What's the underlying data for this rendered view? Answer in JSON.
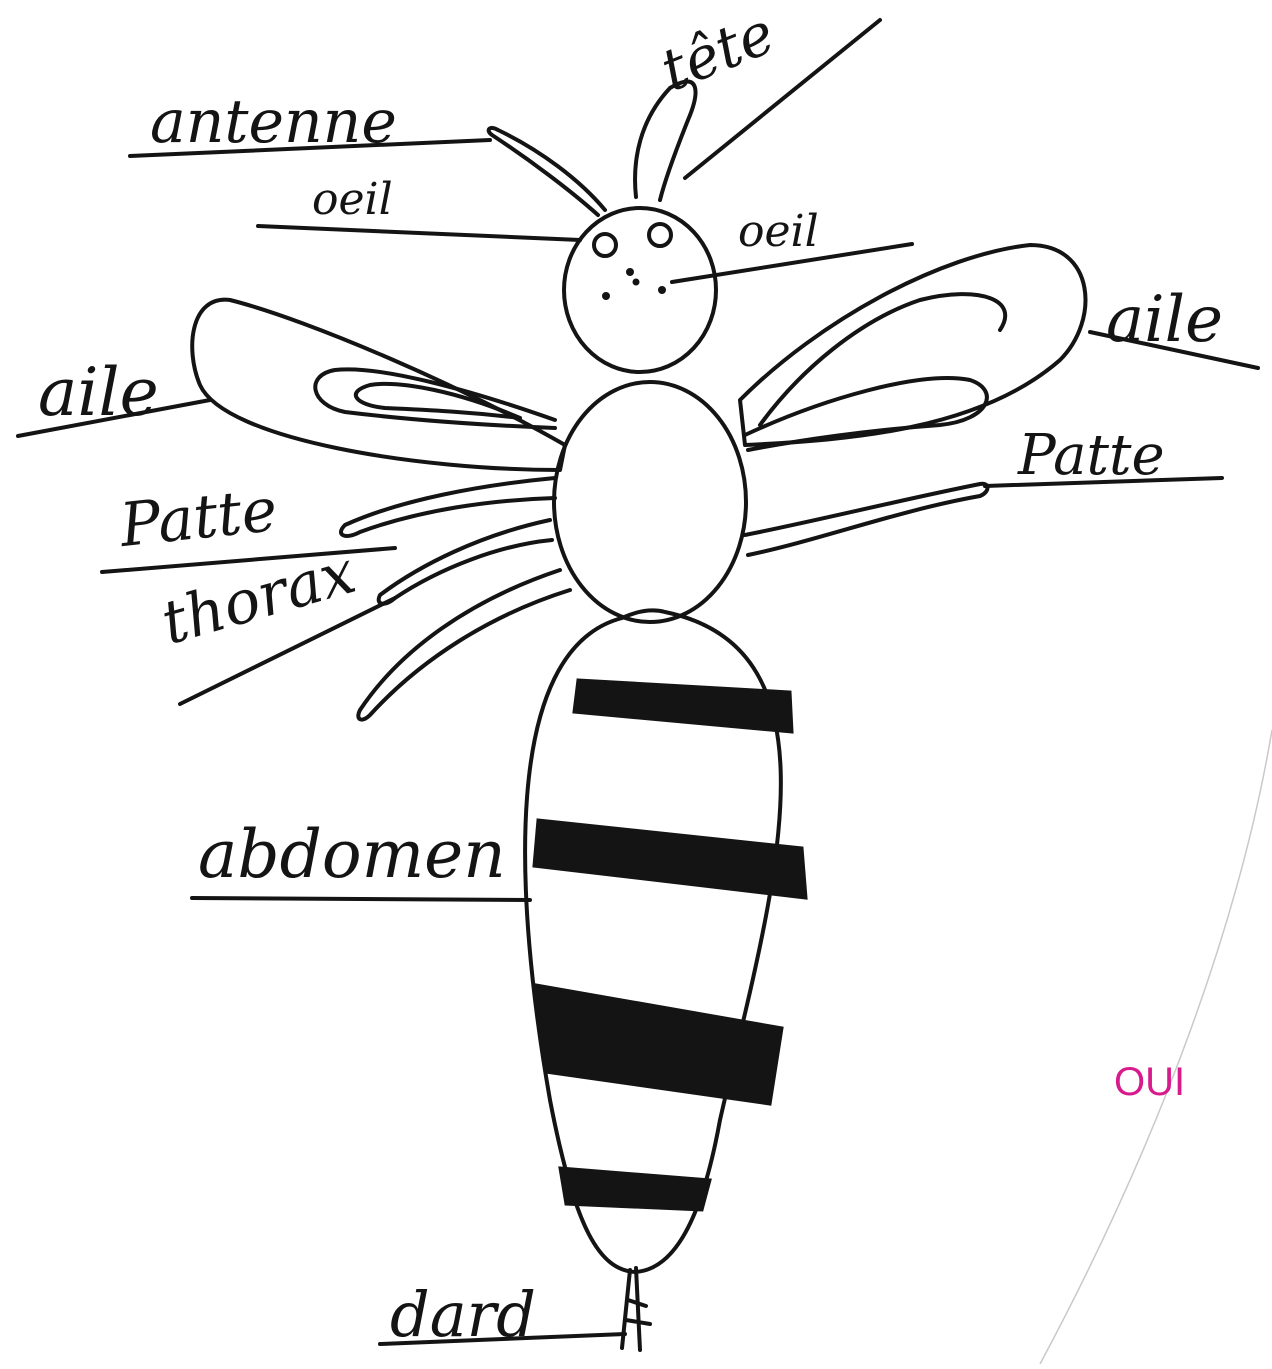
{
  "labels": {
    "antenne": "antenne",
    "oeil_left": "oeil",
    "oeil_right": "oeil",
    "tete": "tête",
    "aile_left": "aile",
    "aile_right": "aile",
    "patte_left": "Patte",
    "patte_right": "Patte",
    "thorax": "thorax",
    "abdomen": "abdomen",
    "dard": "dard"
  },
  "verdict": "OUI",
  "colors": {
    "ink": "#141414",
    "verdict": "#d81b8c",
    "paper": "#ffffff"
  }
}
